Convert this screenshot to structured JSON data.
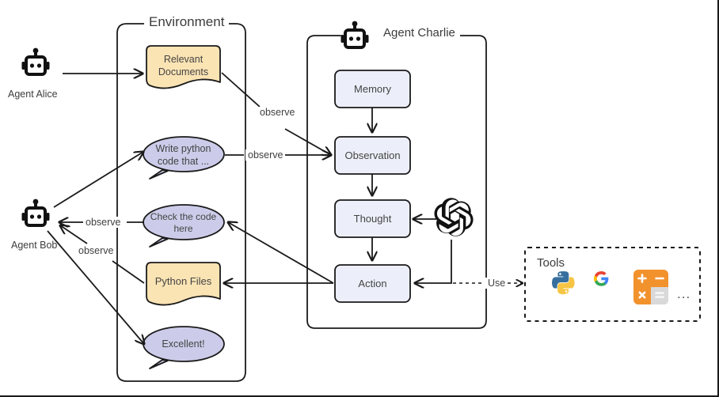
{
  "diagram": {
    "title_env": "Environment",
    "title_agent": "Agent Charlie",
    "tools_title": "Tools",
    "tools_ellipsis": "...",
    "use_label": "Use"
  },
  "agents": [
    {
      "id": "alice",
      "name": "Agent Alice",
      "icon": "robot-icon"
    },
    {
      "id": "bob",
      "name": "Agent Bob",
      "icon": "robot-icon"
    },
    {
      "id": "charlie",
      "name": "Agent Charlie",
      "icon": "robot-icon"
    }
  ],
  "environment": {
    "label": "Environment",
    "nodes": [
      {
        "id": "relevant-documents",
        "kind": "document",
        "text_line1": "Relevant",
        "text_line2": "Documents",
        "fill": "#fbe4b4"
      },
      {
        "id": "write-python-code",
        "kind": "speech",
        "text_line1": "Write python",
        "text_line2": "code that ...",
        "fill": "#ccccea"
      },
      {
        "id": "check-the-code-here",
        "kind": "speech",
        "text_line1": "Check the code",
        "text_line2": "here",
        "fill": "#ccccea"
      },
      {
        "id": "python-files",
        "kind": "document",
        "text_line1": "Python Files",
        "text_line2": "",
        "fill": "#fbe4b4"
      },
      {
        "id": "excellent",
        "kind": "speech",
        "text_line1": "Excellent!",
        "text_line2": "",
        "fill": "#ccccea"
      }
    ]
  },
  "agent_loop": {
    "label": "Agent Charlie",
    "boxes": [
      {
        "id": "memory",
        "label": "Memory"
      },
      {
        "id": "observation",
        "label": "Observation"
      },
      {
        "id": "thought",
        "label": "Thought"
      },
      {
        "id": "action",
        "label": "Action"
      }
    ],
    "llm_icon": "openai-logo-icon",
    "box_fill": "#eceff9",
    "box_stroke": "#1a1a1a"
  },
  "tools": {
    "label": "Tools",
    "items": [
      {
        "id": "python",
        "icon": "python-logo-icon"
      },
      {
        "id": "google",
        "icon": "google-logo-icon"
      },
      {
        "id": "calculator",
        "icon": "calculator-icon"
      }
    ],
    "more": "..."
  },
  "edge_labels": [
    {
      "id": "observe-docs-to-observation",
      "text": "observe"
    },
    {
      "id": "observe-prompt-to-observation",
      "text": "observe"
    },
    {
      "id": "observe-check-to-bob",
      "text": "observe"
    },
    {
      "id": "observe-files-to-bob",
      "text": "observe"
    },
    {
      "id": "use-action-to-tools",
      "text": "Use"
    }
  ],
  "colors": {
    "document_fill": "#fbe4b4",
    "speech_fill": "#ccccea",
    "process_fill": "#eceff9",
    "stroke": "#1a1a1a",
    "text": "#444444",
    "python_blue": "#366f9e",
    "python_yellow": "#f6c544",
    "google_blue": "#4285f4",
    "google_red": "#ea4335",
    "google_yellow": "#fbbc05",
    "google_green": "#34a853",
    "calc_orange": "#f2922d",
    "calc_grey": "#d9d9d9"
  }
}
